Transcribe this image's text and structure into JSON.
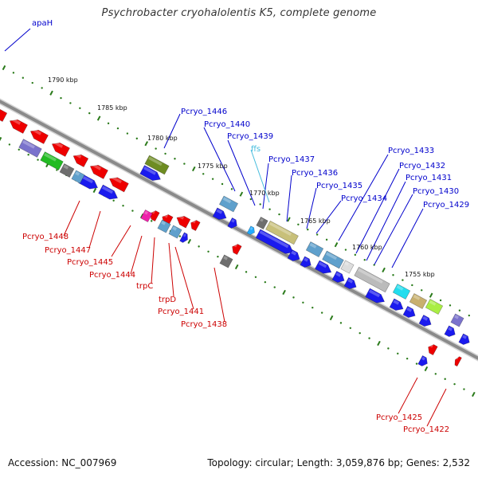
{
  "title": "Psychrobacter cryohalolentis K5, complete genome",
  "footer": {
    "accession": "Accession: NC_007969",
    "summary": "Topology: circular; Length: 3,059,876 bp; Genes: 2,532"
  },
  "colors": {
    "backbone": "#8a8a8a",
    "tick": "#2a7a1a",
    "forward_label": "#0000cc",
    "reverse_label": "#cc0000",
    "rna_label": "#44bbdd",
    "scale_label": "#111111"
  },
  "scale_labels": [
    "1790 kbp",
    "1785 kbp",
    "1780 kbp",
    "1775 kbp",
    "1770 kbp",
    "1765 kbp",
    "1760 kbp",
    "1755 kbp"
  ],
  "forward_labels": [
    "apaH",
    "Pcryo_1446",
    "Pcryo_1440",
    "Pcryo_1439",
    "Pcryo_1437",
    "Pcryo_1436",
    "Pcryo_1435",
    "Pcryo_1434",
    "Pcryo_1433",
    "Pcryo_1432",
    "Pcryo_1431",
    "Pcryo_1430",
    "Pcryo_1429"
  ],
  "rna_labels": [
    "ffs"
  ],
  "reverse_labels": [
    "Pcryo_1448",
    "Pcryo_1447",
    "Pcryo_1445",
    "Pcryo_1444",
    "trpC",
    "trpD",
    "Pcryo_1441",
    "Pcryo_1438",
    "Pcryo_1425",
    "Pcryo_1422"
  ]
}
